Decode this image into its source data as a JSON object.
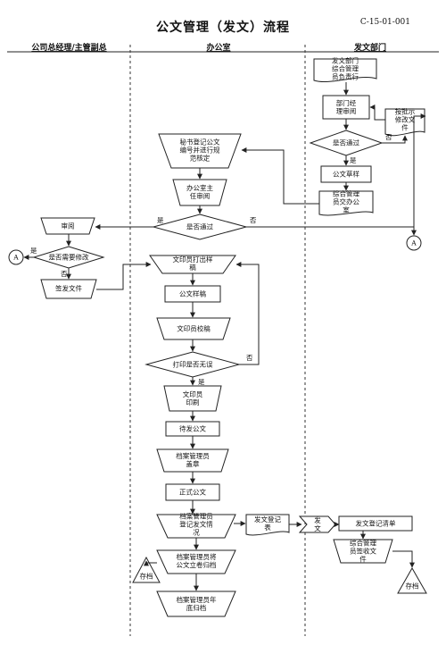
{
  "header": {
    "title": "公文管理（发文）流程",
    "code": "C-15-01-001"
  },
  "lanes": [
    "公司总经理/主管副总",
    "办公室",
    "发文部门"
  ],
  "nodes": {
    "n_dept_prepare": [
      "发文部门",
      "综合管理",
      "员负责行"
    ],
    "n_dept_review": [
      "部门经",
      "理审阅"
    ],
    "n_dept_decision": [
      "是否通过"
    ],
    "n_revise": [
      "按批示",
      "修改文",
      "件"
    ],
    "n_draft": [
      "公文草样"
    ],
    "n_submit_office": [
      "综合管理",
      "员交办公",
      "室"
    ],
    "n_secretary": [
      "秘书登记公文",
      "编号并进行规",
      "范核定"
    ],
    "n_office_review": [
      "办公室主",
      "任审阅"
    ],
    "n_office_decision": [
      "是否通过"
    ],
    "n_gm_review": [
      "审阅"
    ],
    "n_gm_decision": [
      "是否需要修改"
    ],
    "n_sign": [
      "签发文件"
    ],
    "n_type_draft": [
      "文印员打出样",
      "稿"
    ],
    "n_sample": [
      "公文样稿"
    ],
    "n_proof": [
      "文印员校稿"
    ],
    "n_print_ok": [
      "打印是否无误"
    ],
    "n_print": [
      "文印员",
      "印刷"
    ],
    "n_pending": [
      "待发公文"
    ],
    "n_stamp": [
      "档案管理员",
      "盖章"
    ],
    "n_official": [
      "正式公文"
    ],
    "n_register": [
      "档案管理员",
      "登记发文情",
      "况"
    ],
    "n_reg_table": [
      "发文登记",
      "表"
    ],
    "n_send": [
      "发",
      "文"
    ],
    "n_list": [
      "发文登记清单"
    ],
    "n_receive": [
      "综合管理",
      "员签收文",
      "件"
    ],
    "n_archive_roll": [
      "档案管理员将",
      "公文立卷归档"
    ],
    "n_archive_year": [
      "档案管理员年",
      "底归档"
    ],
    "n_store_left": [
      "存档"
    ],
    "n_store_right": [
      "存档"
    ],
    "conn_a_left": [
      "A"
    ],
    "conn_a_right": [
      "A"
    ]
  },
  "labels": {
    "yes": "是",
    "no": "否"
  }
}
